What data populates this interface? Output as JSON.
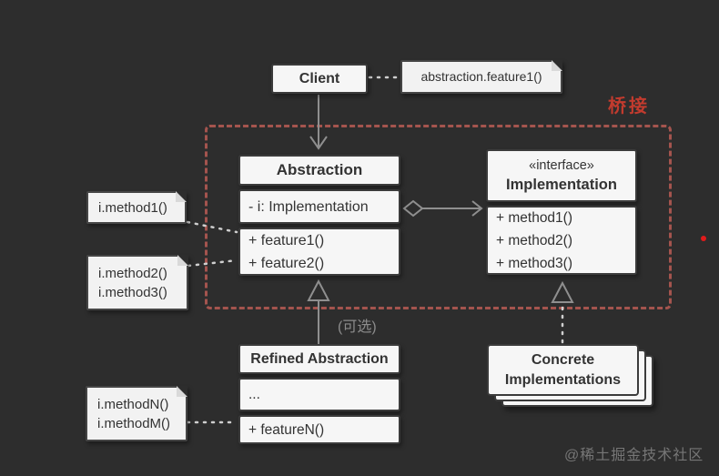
{
  "background_color": "#2d2d2d",
  "bridge": {
    "label": "桥接",
    "label_color": "#c23b2e",
    "border_color": "#a4544e"
  },
  "client": {
    "title": "Client",
    "note": "abstraction.feature1()"
  },
  "abstraction": {
    "title": "Abstraction",
    "attribute": "- i: Implementation",
    "methods": [
      "+ feature1()",
      "+ feature2()"
    ]
  },
  "implementation": {
    "stereotype": "«interface»",
    "title": "Implementation",
    "methods": [
      "+ method1()",
      "+ method2()",
      "+ method3()"
    ]
  },
  "refined_abstraction": {
    "title": "Refined Abstraction",
    "attribute": "...",
    "methods": [
      "+ featureN()"
    ]
  },
  "concrete_implementations": {
    "title_lines": [
      "Concrete",
      "Implementations"
    ]
  },
  "notes": [
    {
      "lines": [
        "i.method1()"
      ]
    },
    {
      "lines": [
        "i.method2()",
        "i.method3()"
      ]
    },
    {
      "lines": [
        "i.methodN()",
        "i.methodM()"
      ]
    }
  ],
  "optional_label": "(可选)",
  "watermark": "@稀土掘金技术社区",
  "connector_colors": {
    "solid_gray": "#8f8f8f",
    "dashed_light": "#cfcfcf"
  }
}
